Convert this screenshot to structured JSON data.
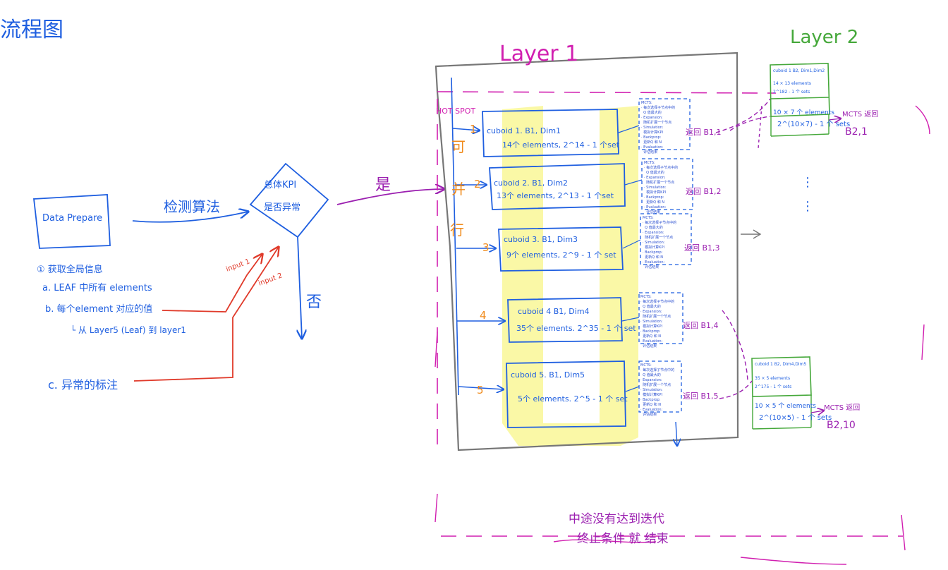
{
  "title": "流程图",
  "data_prepare": "Data Prepare",
  "arrow_detect": "检测算法",
  "decision": {
    "line1": "总体KPI",
    "line2": "是否异常"
  },
  "yes": "是",
  "no": "否",
  "notes": {
    "n0": "① 获取全局信息",
    "a": "a. LEAF 中所有 elements",
    "b": "b. 每个element 对应的值",
    "b_sub": "└ 从 Layer5 (Leaf) 到 layer1",
    "c": "c. 异常的标注"
  },
  "inputs": {
    "input1": "input 1",
    "input2": "input 2"
  },
  "layer1": {
    "title": "Layer 1",
    "hotspot": "HOT SPOT",
    "parallel": [
      "可",
      "并",
      "行"
    ],
    "cuboids": [
      {
        "num": "1",
        "name": "cuboid 1.  B1, Dim1",
        "count": "14个 elements,  2^14 - 1 个set",
        "result": "返回 B1,1"
      },
      {
        "num": "2",
        "name": "cuboid 2.  B1, Dim2",
        "count": "13个 elements,  2^13 - 1 个set",
        "result": "返回 B1,2"
      },
      {
        "num": "3",
        "name": "cuboid 3.  B1, Dim3",
        "count": "9个 elements,  2^9 - 1 个 set",
        "result": "返回 B1,3"
      },
      {
        "num": "4",
        "name": "cuboid 4   B1, Dim4",
        "count": "35个 elements.  2^35 - 1 个 set",
        "result": "返回 B1,4"
      },
      {
        "num": "5",
        "name": "cuboid 5.   B1, Dim5",
        "count": "5个 elements.   2^5 - 1 个 set",
        "result": "返回 B1,5"
      }
    ],
    "mcts_text": "MCTS:\n· 每次选择子节点中的\n  Q 值最大的\n· Expansion:\n  随机扩展一个节点\n· Simulation:\n  模拟计算KPI\n· Backprop:\n  更新Q 和 N\n· Evaluation:\n  评估结果"
  },
  "layer2": {
    "title": "Layer 2",
    "top": {
      "name": "cuboid 1  B2, Dim1,Dim2",
      "elements": "14 × 13 elements",
      "sets_label": "2^182 - 1 个 sets",
      "box_count": "10 × 7 个 elements",
      "box_sets": "2^(10×7) - 1 个 sets",
      "mcts": "MCTS 返回",
      "result": "B2,1"
    },
    "bottom": {
      "name": "cuboid 1  B2, Dim4,Dim5",
      "elements": "35 × 5 elements",
      "sets_label": "2^175 - 1 个 sets",
      "box_count": "10 × 5 个 elements",
      "box_sets": "2^(10×5) - 1 个 sets",
      "mcts": "MCTS 返回",
      "result": "B2,10"
    },
    "dots": "⋮"
  },
  "footer": {
    "line1": "中途没有达到迭代",
    "line2": "终止条件 就 结束"
  }
}
